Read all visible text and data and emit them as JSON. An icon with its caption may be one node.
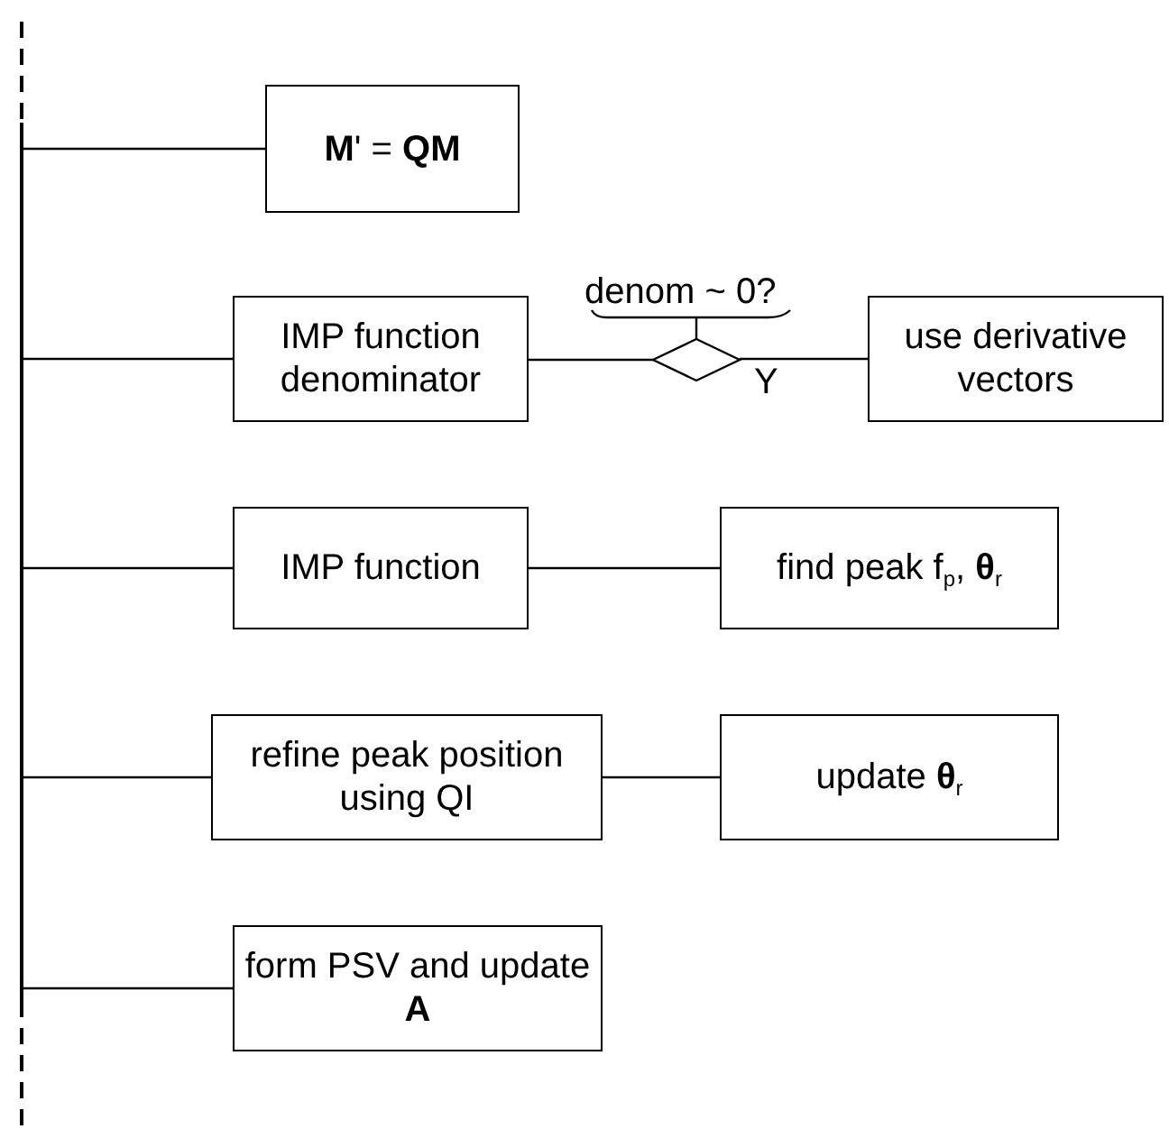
{
  "diagram": {
    "nodes": [
      {
        "text": [],
        "shape": "bar"
      },
      {
        "text": [
          "**M**' = **QM**"
        ]
      },
      {
        "text": [
          "IMP function denominator"
        ]
      },
      {
        "text": [],
        "shape": "diamond",
        "beside": [
          "denom ~ 0?"
        ]
      },
      {
        "text": [
          "use derivative vectors"
        ]
      },
      {
        "text": [
          "IMP function"
        ]
      },
      {
        "text": [
          "find peak f$_{p}$, **θ**$_{r}$"
        ]
      },
      {
        "text": [
          "refine peak position using QI"
        ]
      },
      {
        "text": [
          "update **θ**$_{r}$"
        ]
      },
      {
        "text": [
          "form PSV and update **A**"
        ]
      }
    ],
    "edges": [
      {
        "from": 0,
        "to": 1,
        "arrow": "none"
      },
      {
        "from": 0,
        "to": 2,
        "arrow": "none"
      },
      {
        "from": 2,
        "to": 3,
        "arrow": "none"
      },
      {
        "from": 3,
        "to": 4,
        "arrow": "none",
        "label": "Y"
      },
      {
        "from": 0,
        "to": 5,
        "arrow": "none"
      },
      {
        "from": 5,
        "to": 6,
        "arrow": "none"
      },
      {
        "from": 0,
        "to": 7,
        "arrow": "none"
      },
      {
        "from": 7,
        "to": 8,
        "arrow": "none"
      },
      {
        "from": 0,
        "to": 9,
        "arrow": "none"
      }
    ]
  }
}
